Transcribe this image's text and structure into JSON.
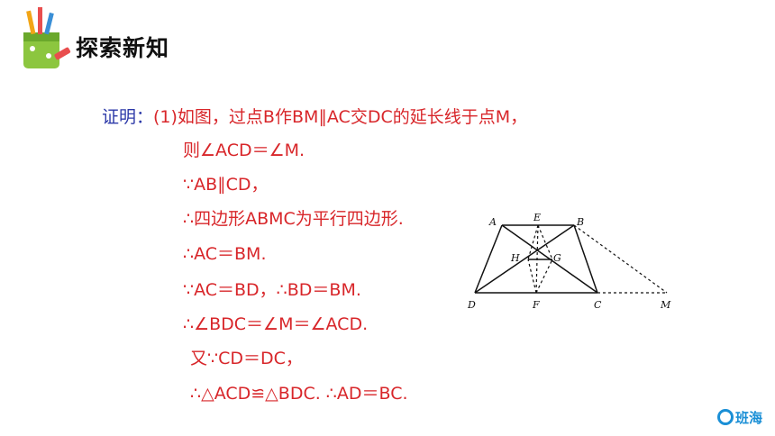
{
  "header": {
    "title": "探索新知",
    "logo_icon": "pencil-cup-icon"
  },
  "proof": {
    "label": "证明：",
    "lines": [
      "(1)如图，过点B作BM∥AC交DC的延长线于点M，",
      "则∠ACD＝∠M.",
      "∵AB∥CD，",
      "∴四边形ABMC为平行四边形.",
      "∴AC＝BM.",
      "∵AC＝BD，∴BD＝BM.",
      "∴∠BDC＝∠M＝∠ACD.",
      "又∵CD＝DC，",
      "∴△ACD≌△BDC. ∴AD＝BC."
    ]
  },
  "figure": {
    "points": {
      "A": "A",
      "E": "E",
      "B": "B",
      "H": "H",
      "G": "G",
      "D": "D",
      "F": "F",
      "C": "C",
      "M": "M"
    }
  },
  "brand": {
    "name": "班海",
    "color": "#1a8fd6"
  }
}
